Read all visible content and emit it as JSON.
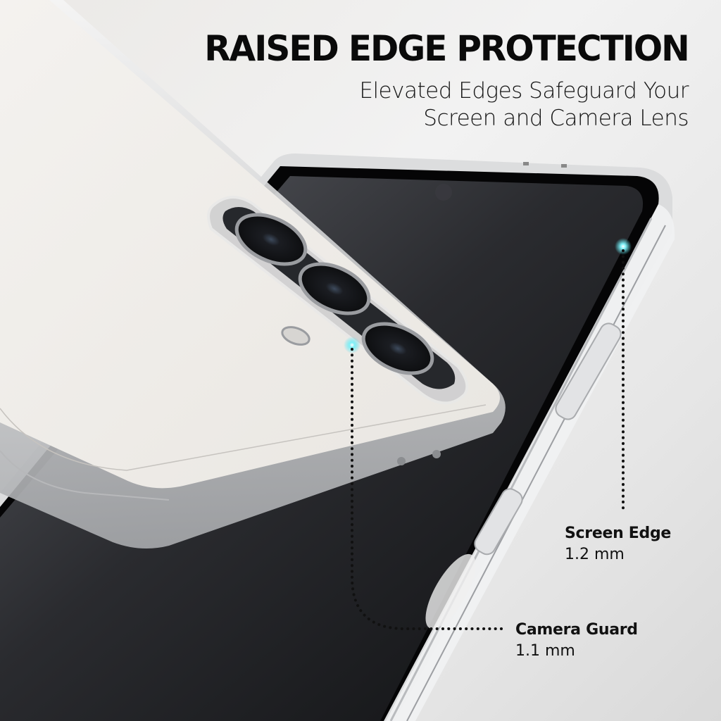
{
  "headline": "RAISED EDGE PROTECTION",
  "subheadline": {
    "line1": "Elevated Edges Safeguard Your",
    "line2": "Screen and Camera Lens"
  },
  "callouts": [
    {
      "label": "Screen Edge",
      "value": "1.2 mm"
    },
    {
      "label": "Camera Guard",
      "value": "1.1 mm"
    }
  ],
  "colors": {
    "background": "#eeeeee",
    "text": "#0a0a0a",
    "highlight": "#5fe3ee",
    "screen": "#1a1b1e"
  }
}
